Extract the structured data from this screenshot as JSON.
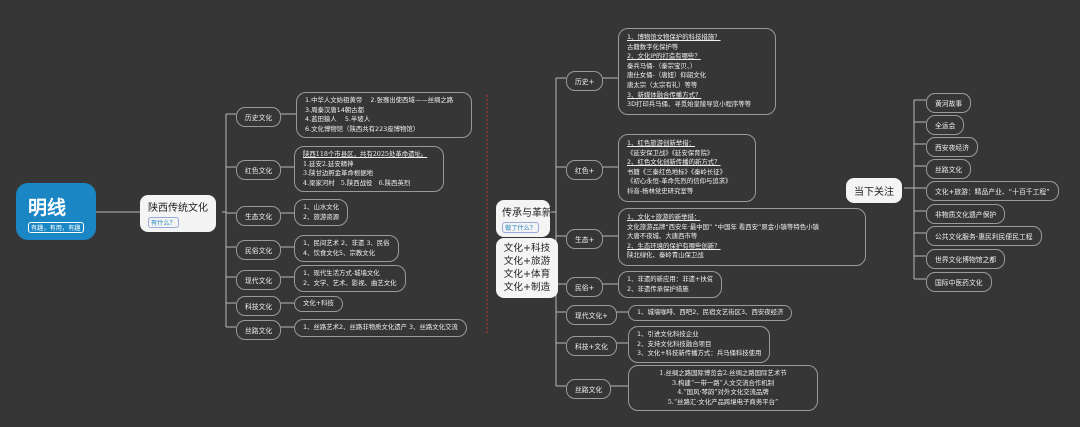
{
  "root": {
    "title": "明线",
    "subtitle": "有趣，有用，有趣"
  },
  "left_branch": {
    "title": "陕西传统文化",
    "subtitle": "有什么？",
    "history": {
      "label": "历史文化",
      "lines": [
        "1.中华人文始祖黄帝",
        "2.张骞出使西域——丝绸之路",
        "3.周秦汉唐14朝古都",
        "4.蓝田猿人",
        "5.半坡人",
        "6.文化博物馆（陕西共有223座博物馆）"
      ]
    },
    "red": {
      "label": "红色文化",
      "lines": [
        "陕西118个市县区，共有2025处革命遗址。",
        "1.延安2.延安精神",
        "3.陕甘边照金革命根据地",
        "4.梁家河村",
        "5.陕西战役",
        "6.陕西英烈"
      ]
    },
    "eco": {
      "label": "生态文化",
      "lines": [
        "1、山水文化",
        "2、旅游资源"
      ]
    },
    "folk": {
      "label": "民俗文化",
      "lines": [
        "1、民间艺术 2、非遗 3、民俗",
        "4、饮食文化5、宗教文化"
      ]
    },
    "modern": {
      "label": "现代文化",
      "lines": [
        "1、现代生活方式-城墙文化",
        "2、文学、艺术、影视、曲艺文化"
      ]
    },
    "tech": {
      "label": "科技文化",
      "lines": [
        "文化+科技"
      ]
    },
    "silk": {
      "label": "丝路文化",
      "lines": [
        "1、丝路艺术2、丝路非物质文化遗产 3、丝路文化交流"
      ]
    }
  },
  "center_branch": {
    "title": "传承与革新",
    "subtitle": "做了什么？",
    "tags": [
      "文化+科技",
      "文化+旅游",
      "文化+体育",
      "文化+制造"
    ],
    "history": {
      "label": "历史+",
      "lines": [
        "1、博物馆文物保护的科技措施？",
        "古籍数字化保护等",
        "2、文化IP的打造有哪些？",
        "秦兵马俑-（秦宗宝贝、）",
        "唐仕女俑-（唐妞）仰韶文化",
        "唐太宗（太宗有礼）等等",
        "3、新媒体融合传播方式？",
        "3D打印兵马俑、寻觅始皇陵导览小程序等等"
      ]
    },
    "red": {
      "label": "红色+",
      "lines": [
        "1、红色旅游创新举措：",
        "《延安保卫战》《延安保育院》",
        "2、红色文化创新传播的新方式？",
        "书籍《三秦红色地标》《秦岭长征》",
        "《初心永恒-革命先烈的信仰与追求》",
        "抖音-杨林党史研究室等"
      ]
    },
    "eco": {
      "label": "生态+",
      "lines": [
        "1、文化+旅游的新举措：",
        "文化旅游品牌“西安年·最中国”  “中国年 看西安”原金小镇等特色小镇",
        "大唐不夜城、大唐西市等",
        "2、生态环境的保护有哪些创新？",
        "陕北绿化、秦岭青山保卫战"
      ]
    },
    "folk": {
      "label": "民俗+",
      "lines": [
        "1、非遗的新应用：非遗+扶贫",
        "2、非遗传承保护措施"
      ]
    },
    "modern": {
      "label": "现代文化+",
      "lines": [
        "1、城墙咖啡、西吧2、民宿文艺街区3、西安夜经济"
      ]
    },
    "tech": {
      "label": "科技+文化",
      "lines": [
        "1、引进文化科技企业",
        "2、支持文化科技融合项目",
        "3、文化+科技新传播方式：兵马俑科技使用"
      ]
    },
    "silk": {
      "label": "丝路文化",
      "lines": [
        "1.丝绸之路国际博览会2.丝绸之路国际艺术节",
        "3.构建“一带一路”人文交流合作机制",
        "4.“国风·琴韵”对外文化交流品牌",
        "5.“丝路汇·文化产品跨境电子商务平台”"
      ]
    }
  },
  "right_branch": {
    "title": "当下关注",
    "items": [
      "黄河故事",
      "全运会",
      "西安夜经济",
      "丝路文化",
      "文化+旅游：精品产业、“十百千工程”",
      "非物质文化遗产保护",
      "公共文化服务-惠民利民便民工程",
      "世界文化博物馆之都",
      "国际中医药文化"
    ]
  },
  "colors": {
    "background": "#363636",
    "root": "#1a86c4",
    "line": "#b8b8b8",
    "divider": "#c0392b"
  }
}
